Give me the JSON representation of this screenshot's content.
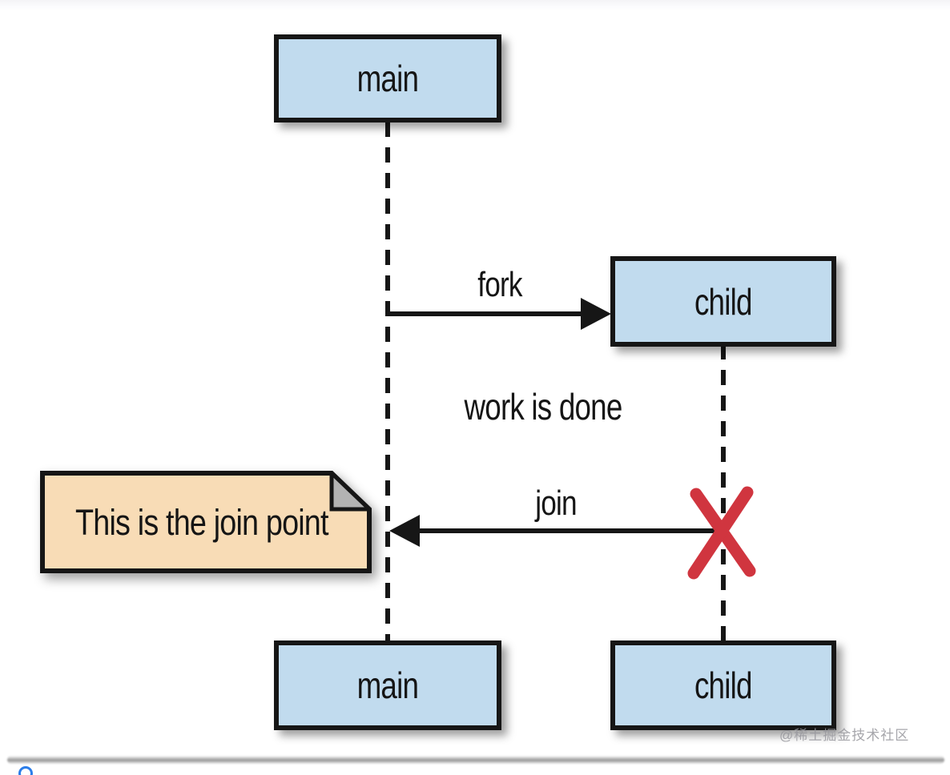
{
  "diagram": {
    "actors": [
      {
        "label": "main"
      },
      {
        "label": "child"
      },
      {
        "label": "main"
      },
      {
        "label": "child"
      }
    ],
    "messages": [
      {
        "label": "fork"
      },
      {
        "label": "join"
      }
    ],
    "annotation": "work is done",
    "note_text": "This is the join point",
    "colors": {
      "actor_fill": "#c1dbee",
      "note_fill": "#f8dcb6",
      "note_fold": "#b3b3b3",
      "stroke": "#161616",
      "x_mark": "#d0353f"
    }
  },
  "watermark": "@稀土掘金技术社区"
}
